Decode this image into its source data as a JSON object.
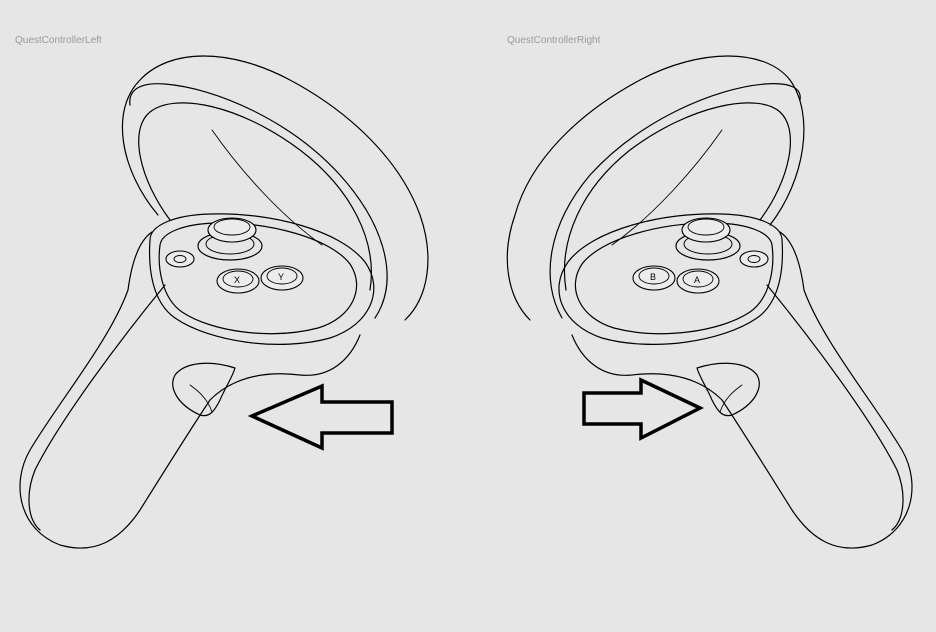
{
  "labels": {
    "left": "QuestControllerLeft",
    "right": "QuestControllerRight"
  },
  "left_controller": {
    "buttons": [
      "X",
      "Y"
    ]
  },
  "right_controller": {
    "buttons": [
      "B",
      "A"
    ]
  },
  "colors": {
    "background": "#e6e6e6",
    "line": "#000000",
    "label": "#9a9a9a"
  },
  "icons": {
    "left_arrow": "arrow-left-icon",
    "right_arrow": "arrow-right-icon"
  }
}
